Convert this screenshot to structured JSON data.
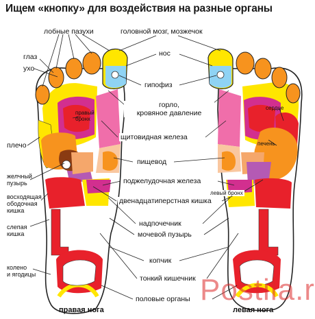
{
  "title": "Ищем «кнопку» для воздействия на разные органы",
  "labels": {
    "frontal_sinuses": "лобные пазухи",
    "brain": "головной мозг, мозжечок",
    "eye": "глаз",
    "ear": "ухо",
    "nose": "нос",
    "pituitary": "гипофиз",
    "throat": "горло,\nкровяное давление",
    "right_bronchus": "правый\nбронх",
    "heart": "сердце",
    "shoulder": "плечо",
    "thyroid": "щитовидная железа",
    "liver": "печень",
    "esophagus": "пищевод",
    "gallbladder": "желчный\nпузырь",
    "pancreas": "поджелудочная железа",
    "left_bronchus": "левый бронх",
    "ascending_colon": "восходящая\nободочная\nкишка",
    "duodenum": "двенадцатиперстная кишка",
    "adrenal": "надпочечник",
    "blind_gut": "слепая\nкишка",
    "bladder": "мочевой пузырь",
    "knee_buttocks": "колено\nи ягодицы",
    "coccyx": "копчик",
    "small_intestine": "тонкий кишечник",
    "genitals": "половые органы"
  },
  "captions": {
    "right_foot": "правая нога",
    "left_foot": "левая нога"
  },
  "watermark": "Postila.ru",
  "colors": {
    "yellow": "#ffe600",
    "orange": "#f7931e",
    "red": "#e8212b",
    "pink": "#f06eaa",
    "magenta": "#d22f8f",
    "violet": "#b45ab4",
    "light_blue": "#8fd3f4",
    "peach": "#f9c7a0",
    "tan": "#f5a76b",
    "outline": "#222222"
  }
}
